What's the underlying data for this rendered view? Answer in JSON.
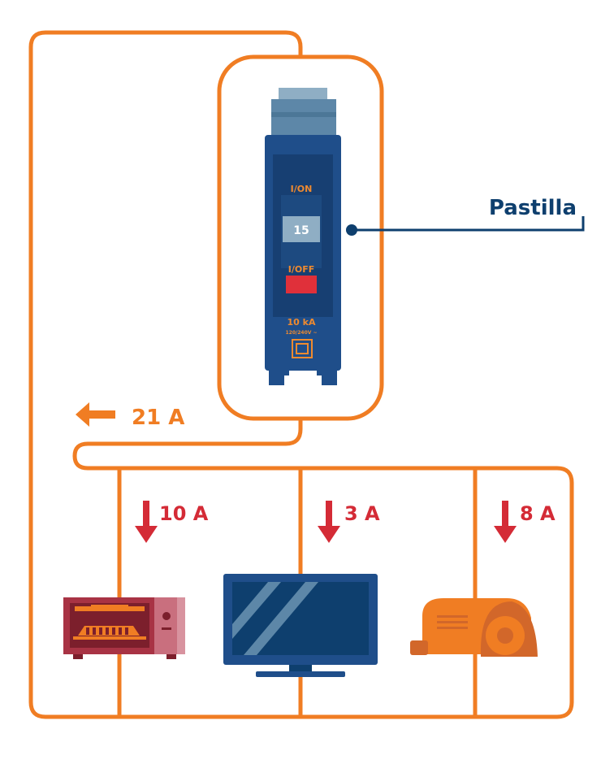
{
  "breaker": {
    "on_label": "I/ON",
    "rating": "15",
    "off_label": "I/OFF",
    "capacity": "10 kA",
    "voltage": "120/240V ~"
  },
  "callout": {
    "label": "Pastilla"
  },
  "currents": {
    "total": "21 A",
    "branch_1": "10 A",
    "branch_2": "3 A",
    "branch_3": "8 A"
  },
  "colors": {
    "wire": "#f07d23",
    "current_arrow": "#d42b36",
    "breaker_blue": "#1f4e8a",
    "navy": "#0e3f6e",
    "accent_orange": "#ef8a2f"
  }
}
